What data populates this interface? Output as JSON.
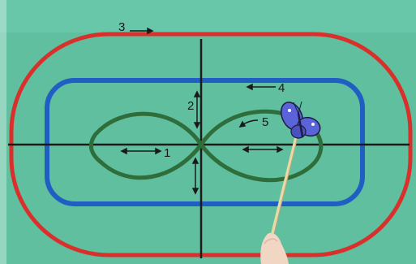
{
  "board": {
    "background": "#5fbf9f",
    "outer_track_color": "#d9302b",
    "inner_track_color": "#1f5fc4",
    "figure_eight_color": "#2f6e3a",
    "axis_color": "#1a1a1a"
  },
  "labels": {
    "one": "1",
    "two": "2",
    "three": "3",
    "four": "4",
    "five": "5"
  },
  "pointer": {
    "butterfly_color": "#5a63d8",
    "stick_color": "#e8d9a6"
  }
}
